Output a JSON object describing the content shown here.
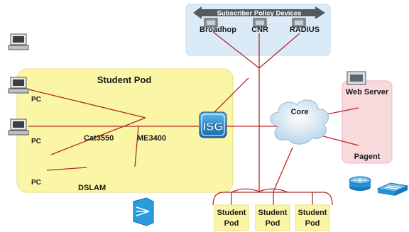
{
  "policy_box": {
    "banner": "Subscriber Policy Devices",
    "devices": [
      "Broadhop",
      "CNR",
      "RADIUS"
    ]
  },
  "student_pod_main": {
    "title": "Student Pod",
    "pcs": [
      "PC",
      "PC",
      "PC"
    ],
    "switches": [
      "Cat3550",
      "ME3400"
    ],
    "dslam": "DSLAM"
  },
  "isg_label": "ISG",
  "core_label": "Core",
  "services": {
    "web_server": "Web Server",
    "pagent": "Pagent"
  },
  "student_pods": [
    {
      "line1": "Student",
      "line2": "Pod"
    },
    {
      "line1": "Student",
      "line2": "Pod"
    },
    {
      "line1": "Student",
      "line2": "Pod"
    }
  ],
  "colors": {
    "policy_box_fill": "#dbeaf7",
    "pod_fill": "#fbf5a6",
    "service_fill": "#f8d9dc",
    "link": "#b02a2a",
    "isg_blue": "#1f8fd1",
    "cloud_blue": "#cfe3f2"
  },
  "icons": [
    "pc-icon",
    "server-icon",
    "router-icon",
    "switch-icon",
    "dslam-icon",
    "isg-router-icon",
    "cloud-icon"
  ]
}
